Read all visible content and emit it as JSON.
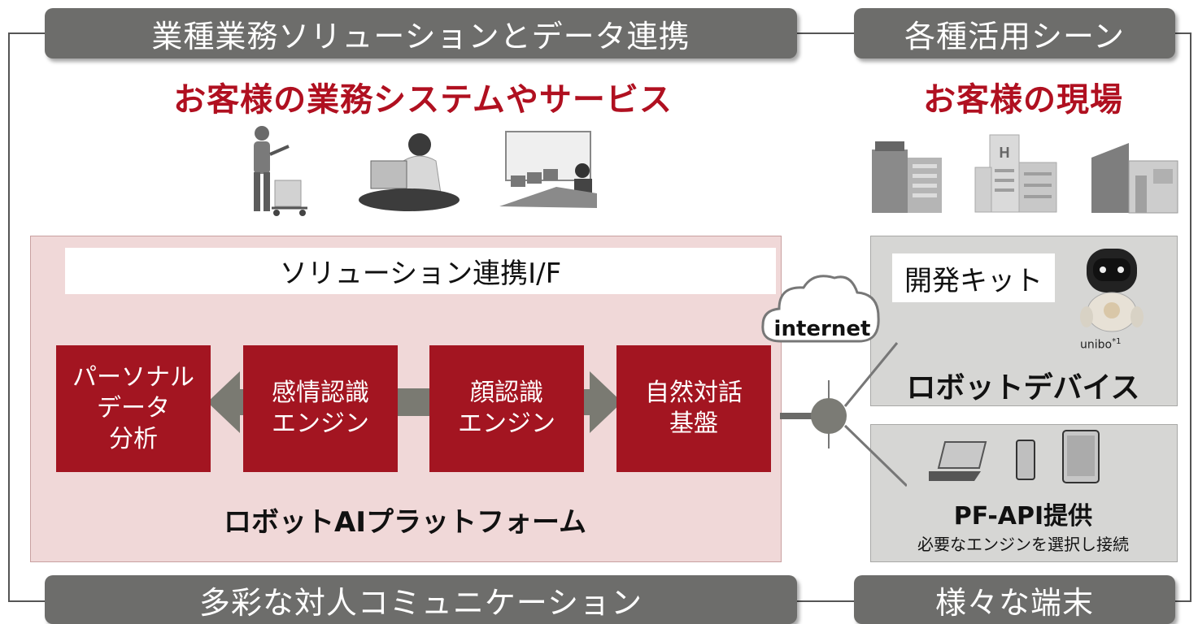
{
  "tabs": {
    "top_left": "業種業務ソリューションとデータ連携",
    "top_right": "各種活用シーン",
    "bottom_left": "多彩な対人コミュニケーション",
    "bottom_right": "様々な端末"
  },
  "headings": {
    "left": "お客様の業務システムやサービス",
    "right": "お客様の現場"
  },
  "platform": {
    "interface_label": "ソリューション連携I/F",
    "engines": [
      "パーソナル\nデータ\n分析",
      "感情認識\nエンジン",
      "顔認識\nエンジン",
      "自然対話\n基盤"
    ],
    "label": "ロボットAIプラットフォーム"
  },
  "network": {
    "label": "internet"
  },
  "robot_device": {
    "kit_label": "開発キット",
    "robot_name": "unibo",
    "robot_note": "*1",
    "label": "ロボットデバイス"
  },
  "terminals": {
    "title": "PF-API提供",
    "subtitle": "必要なエンジンを選択し接続"
  },
  "colors": {
    "accent_red": "#a31521",
    "heading_red": "#b01020",
    "tab_gray": "#6d6d6b",
    "panel_pink": "#f0d8d8",
    "panel_gray": "#d6d6d4"
  },
  "icons": {
    "workers": [
      "delivery-worker-icon",
      "receptionist-icon",
      "monitoring-operator-icon"
    ],
    "buildings": [
      "store-building-icon",
      "hospital-building-icon",
      "office-building-icon"
    ],
    "devices": [
      "laptop-icon",
      "smartphone-icon",
      "tablet-icon"
    ]
  }
}
